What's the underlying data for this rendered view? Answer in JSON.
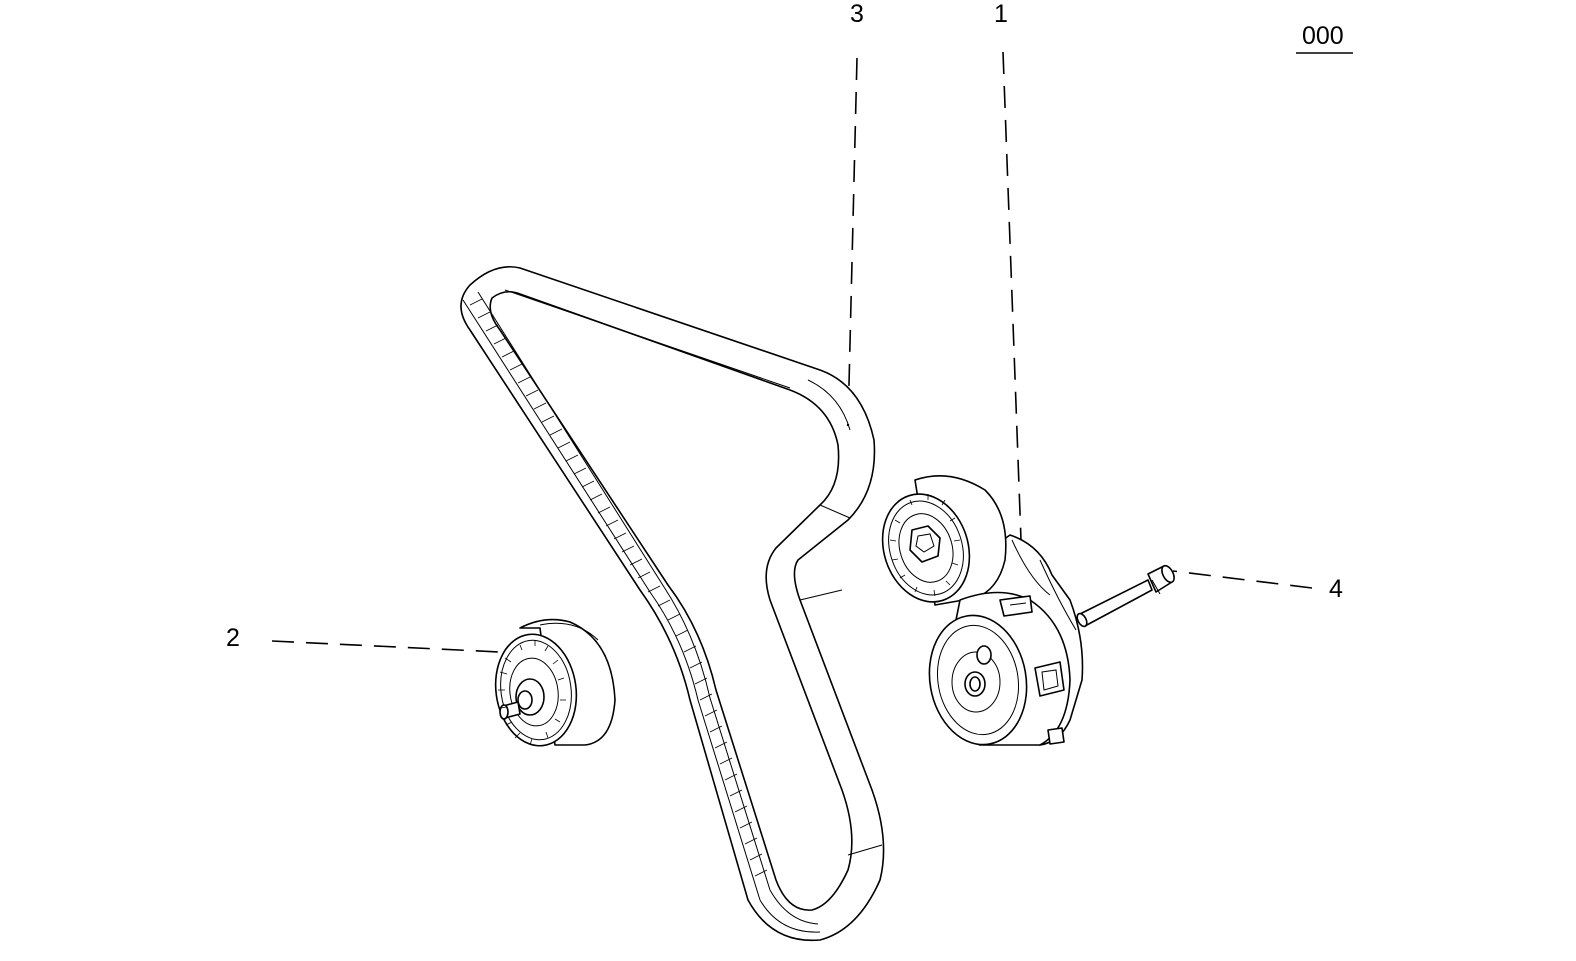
{
  "drawing_number": "000",
  "callouts": [
    {
      "id": "callout-1",
      "label": "1",
      "part": "belt-tensioner-assembly"
    },
    {
      "id": "callout-2",
      "label": "2",
      "part": "idler-pulley"
    },
    {
      "id": "callout-3",
      "label": "3",
      "part": "poly-v-belt"
    },
    {
      "id": "callout-4",
      "label": "4",
      "part": "mounting-bolt"
    }
  ]
}
